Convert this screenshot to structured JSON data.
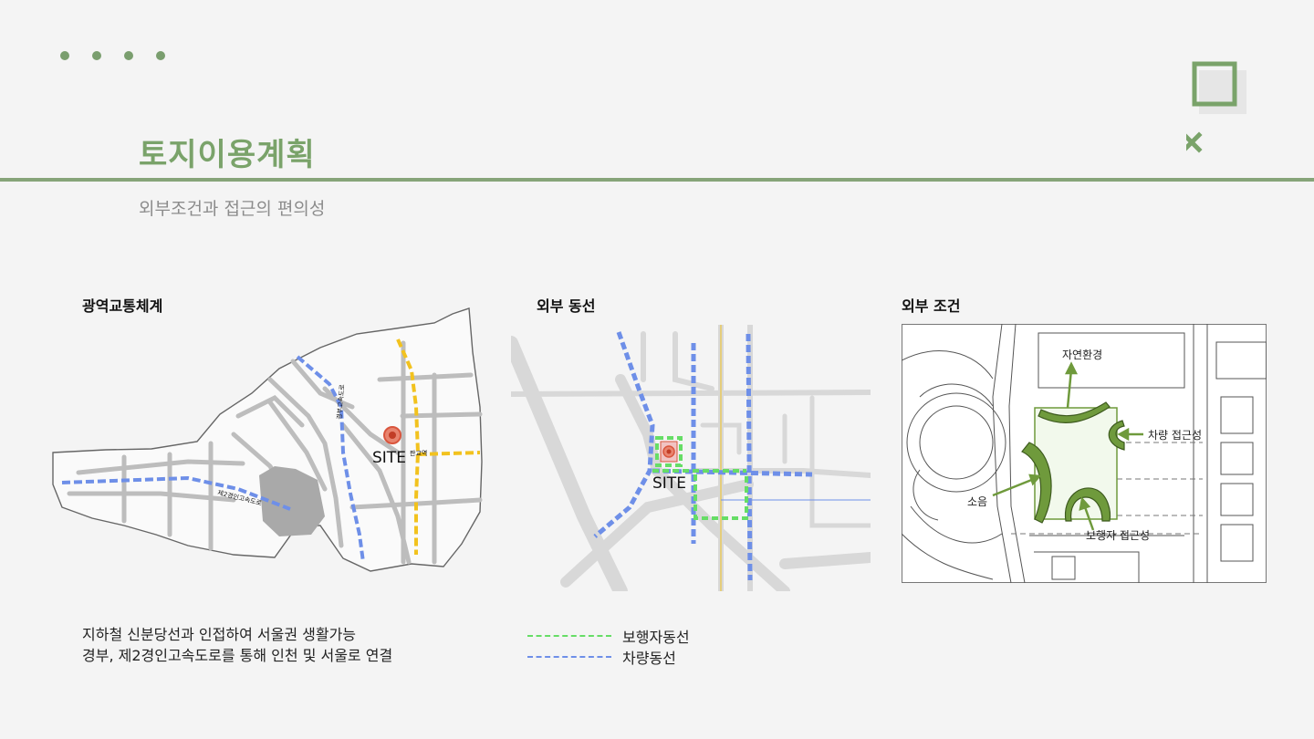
{
  "header": {
    "title": "토지이용계획",
    "subtitle": "외부조건과 접근의 편의성"
  },
  "sections": {
    "regional": {
      "label": "광역교통체계",
      "site_label": "SITE",
      "station_label": "판교역",
      "highway_label": "제2경인고속도로",
      "highway2_label": "경부고속도로"
    },
    "circulation": {
      "label": "외부 동선",
      "site_label": "SITE"
    },
    "conditions": {
      "label": "외부 조건",
      "nature": "자연환경",
      "vehicle": "차량 접근성",
      "noise": "소음",
      "pedestrian": "보행자 접근성"
    }
  },
  "caption": {
    "line1": "지하철 신분당선과 인접하여 서울권 생활가능",
    "line2": "경부, 제2경인고속도로를 통해 인천 및 서울로 연결"
  },
  "legend": {
    "pedestrian": "보행자동선",
    "vehicle": "차량동선"
  },
  "colors": {
    "accent": "#7aa36a",
    "pedestrian_route": "#66dd66",
    "vehicle_route": "#6e8fe8",
    "subway": "#f2c21e",
    "site_marker": "#d9553d",
    "condition_green": "#6f9a3c"
  }
}
